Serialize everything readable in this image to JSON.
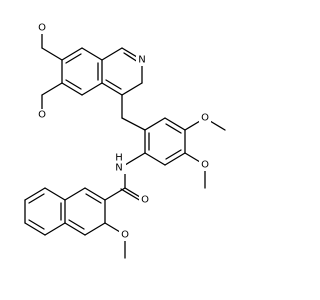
{
  "molecule": {
    "atom_labels": {
      "o_6": "O",
      "o_7": "O",
      "n_iq": "N",
      "o_4": "O",
      "o_5": "O",
      "nh": "N",
      "h": "H",
      "o_carbonyl": "O",
      "o_naph": "O"
    },
    "colors": {
      "bond": "#000000",
      "label": "#000000",
      "background": "#ffffff"
    }
  }
}
